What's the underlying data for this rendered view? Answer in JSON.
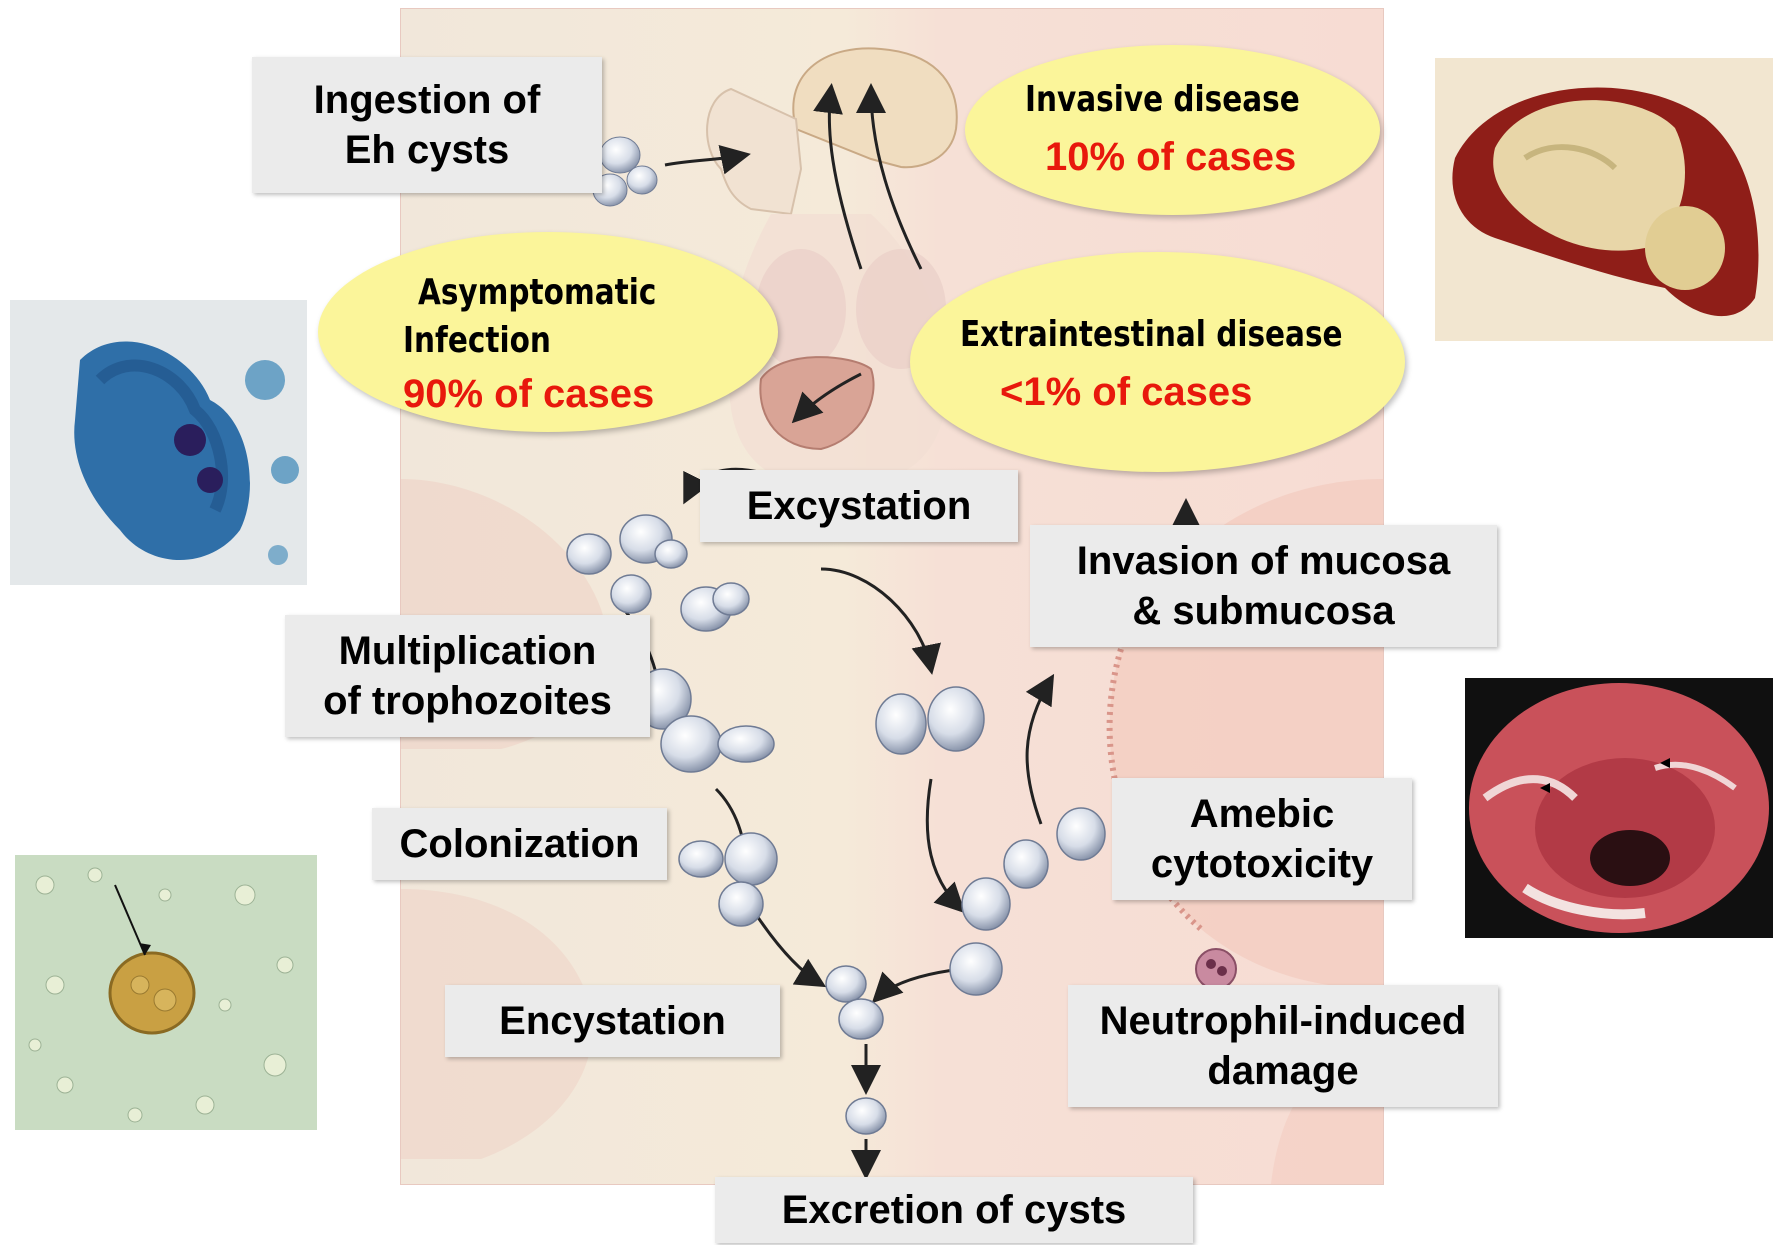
{
  "labels": {
    "ingestion": [
      "Ingestion of",
      "Eh cysts"
    ],
    "excystation": "Excystation",
    "multiplication": [
      "Multiplication",
      "of trophozoites"
    ],
    "colonization": "Colonization",
    "encystation": "Encystation",
    "excretion": "Excretion of cysts",
    "invasion": [
      "Invasion of mucosa",
      "& submucosa"
    ],
    "amebic": [
      "Amebic",
      "cytotoxicity"
    ],
    "neutrophil": [
      "Neutrophil-induced",
      "damage"
    ]
  },
  "ellipses": {
    "invasive": {
      "title": "Invasive disease",
      "pct": "10% of cases"
    },
    "asymptomatic": {
      "title1": "Asymptomatic",
      "title2": "Infection",
      "pct": "90% of cases"
    },
    "extraintestinal": {
      "title": "Extraintestinal disease",
      "pct": "<1% of cases"
    }
  },
  "colors": {
    "ellipse_fill": "#fbf59a",
    "percent_text": "#e8180c",
    "label_box": "#ebebeb"
  }
}
